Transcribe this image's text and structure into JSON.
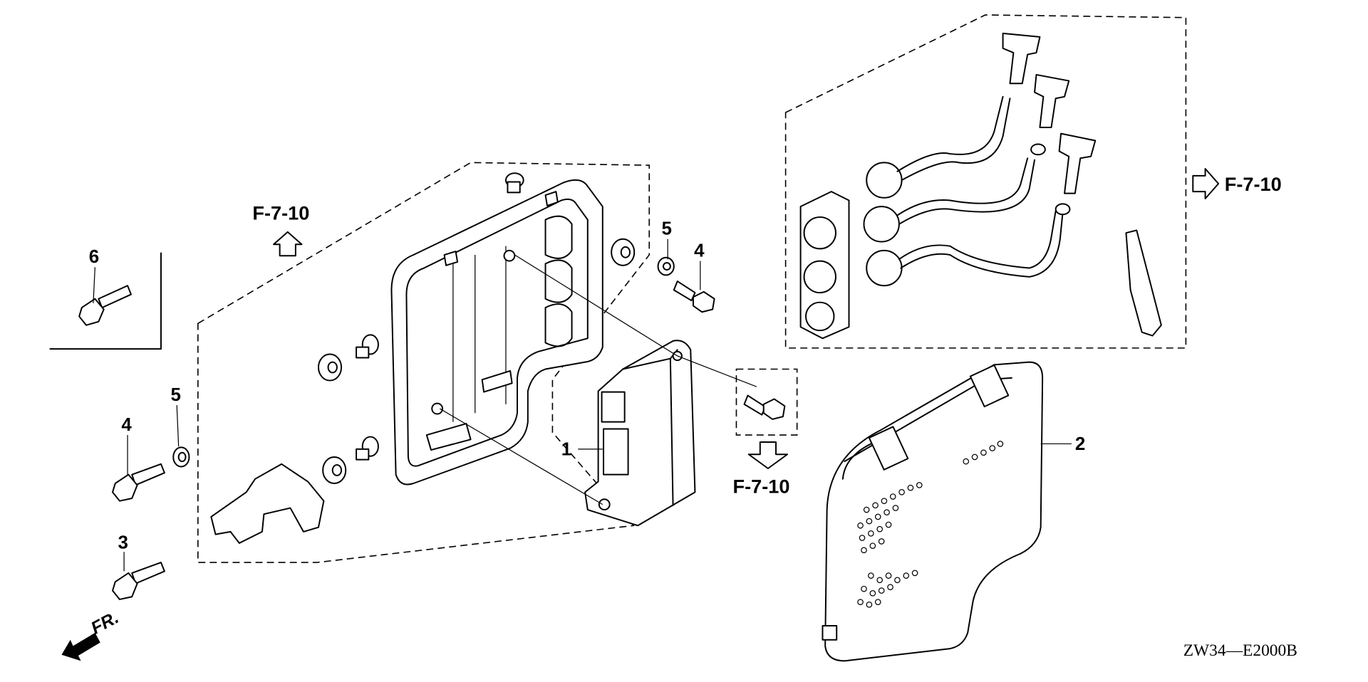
{
  "diagram": {
    "code": "ZW34—E2000B",
    "front_label": "FR.",
    "refs": [
      {
        "id": "ref-f-7-10-upper-left",
        "text": "F-7-10",
        "arrow": "up"
      },
      {
        "id": "ref-f-7-10-right",
        "text": "F-7-10",
        "arrow": "right"
      },
      {
        "id": "ref-f-7-10-center",
        "text": "F-7-10",
        "arrow": "down"
      }
    ],
    "callouts": [
      "1",
      "2",
      "3",
      "4",
      "5",
      "6",
      "4",
      "5"
    ]
  }
}
